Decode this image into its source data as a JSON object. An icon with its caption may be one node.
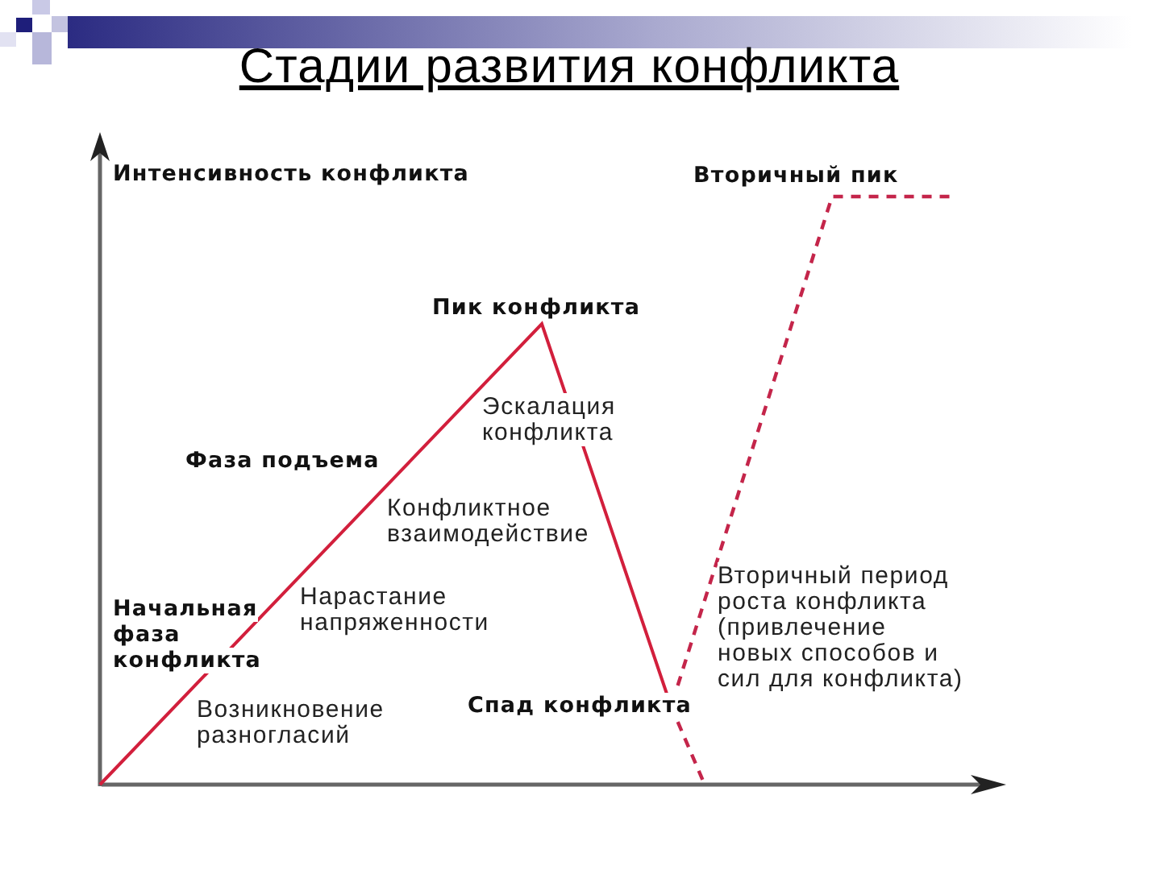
{
  "diagram": {
    "title": "Стадии развития конфликта",
    "labels": [
      "Интенсивность конфликта",
      "Вторичный пик",
      "Пик конфликта",
      "Эскалация конфликта",
      "Фаза подъема",
      "Конфликтное взаимодействие",
      "Начальная фаза конфликта",
      "Нарастание напряженности",
      "Вторичный период роста конфликта (привлечение новых способов и сил для конфликта)",
      "Возникновение разногласий",
      "Спад конфликта"
    ]
  }
}
